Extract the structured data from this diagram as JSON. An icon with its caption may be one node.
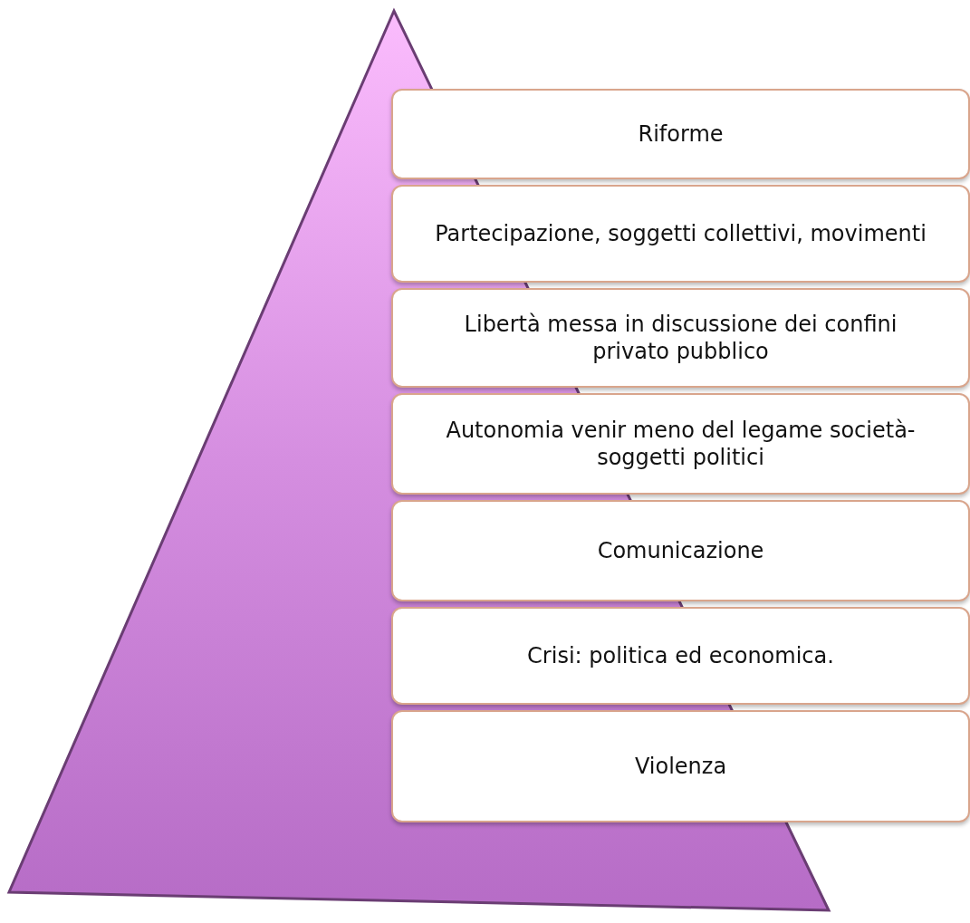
{
  "diagram": {
    "nodes": [
      {
        "text": [
          "Riforme"
        ]
      },
      {
        "text": [
          "Partecipazione, soggetti collettivi, movimenti"
        ]
      },
      {
        "text": [
          "Libertà messa in discussione dei confini privato pubblico"
        ]
      },
      {
        "text": [
          "Autonomia venir meno del legame società-soggetti politici"
        ]
      },
      {
        "text": [
          "Comunicazione"
        ]
      },
      {
        "text": [
          "Crisi: politica ed economica."
        ]
      },
      {
        "text": [
          "Violenza"
        ]
      }
    ]
  }
}
